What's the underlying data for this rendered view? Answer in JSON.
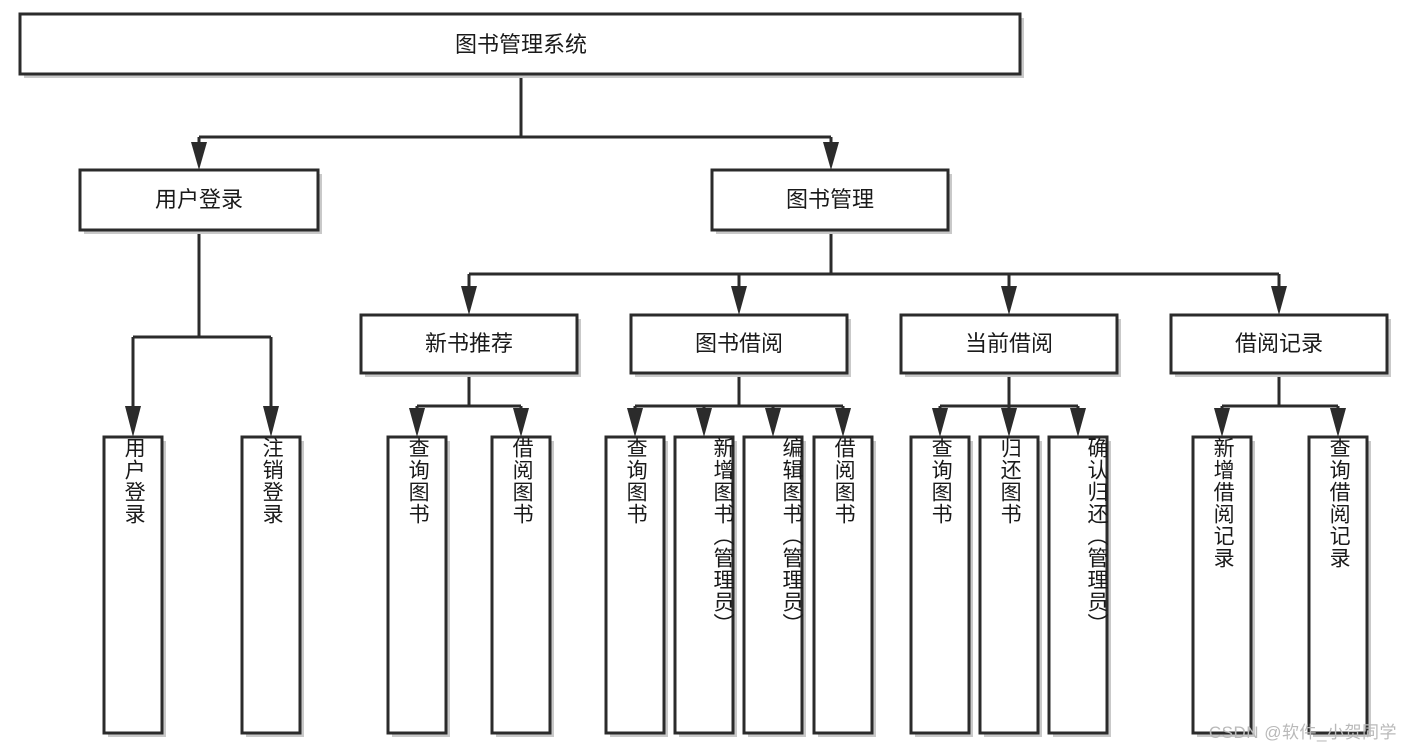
{
  "diagram": {
    "type": "tree-hierarchy-chart",
    "title": "图书管理系统",
    "watermark": "CSDN @软件_小贺同学",
    "colors": {
      "box_fill": "#ffffff",
      "box_stroke": "#2b2b2b",
      "shadow": "#c9c9c9",
      "text": "#1a1a1a",
      "watermark": "#b9b9b9"
    },
    "levels": {
      "root": {
        "label": "图书管理系统"
      },
      "level2": [
        {
          "label": "用户登录"
        },
        {
          "label": "图书管理"
        }
      ],
      "level3": [
        {
          "label": "新书推荐"
        },
        {
          "label": "图书借阅"
        },
        {
          "label": "当前借阅"
        },
        {
          "label": "借阅记录"
        }
      ]
    },
    "leaves": {
      "user_login": [
        {
          "label": "用户登录"
        },
        {
          "label": "注销登录"
        }
      ],
      "new_book_recommend": [
        {
          "label": "查询图书"
        },
        {
          "label": "借阅图书"
        }
      ],
      "book_borrow": [
        {
          "label": "查询图书"
        },
        {
          "label": "新增图书（管理员）"
        },
        {
          "label": "编辑图书（管理员）"
        },
        {
          "label": "借阅图书"
        }
      ],
      "current_borrow": [
        {
          "label": "查询图书"
        },
        {
          "label": "归还图书"
        },
        {
          "label": "确认归还（管理员）"
        }
      ],
      "borrow_record": [
        {
          "label": "新增借阅记录"
        },
        {
          "label": "查询借阅记录"
        }
      ]
    }
  }
}
